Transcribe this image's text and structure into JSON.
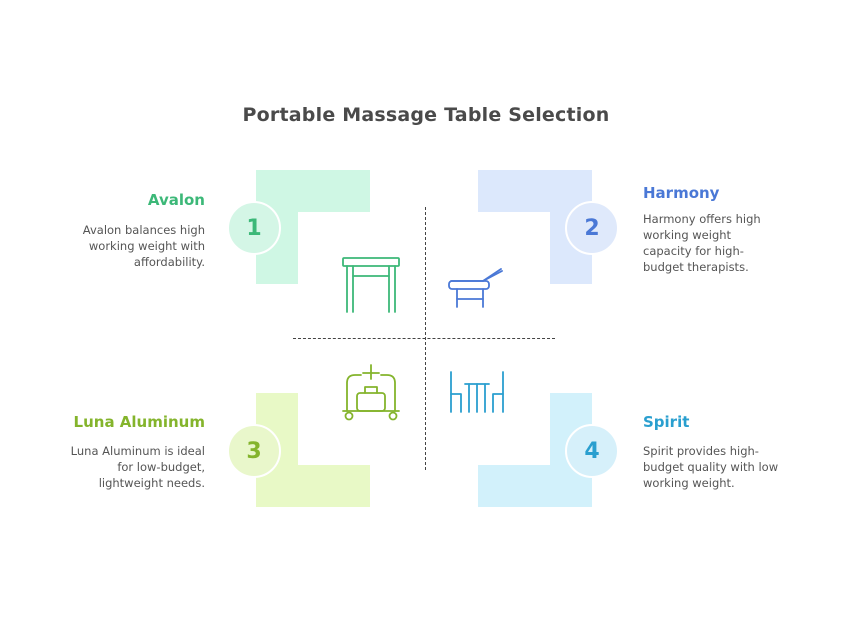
{
  "title": "Portable Massage Table Selection",
  "colors": {
    "q1_bg": "#cff7e4",
    "q1_circle": "#d4f6e6",
    "q1_text": "#3cb878",
    "q2_bg": "#dce8fc",
    "q2_circle": "#dfe9fb",
    "q2_text": "#4a78d6",
    "q3_bg": "#e8f9c6",
    "q3_circle": "#e9f7cb",
    "q3_text": "#84b42c",
    "q4_bg": "#d2f1fb",
    "q4_circle": "#d6f0fa",
    "q4_text": "#2a9fcf"
  },
  "quadrants": [
    {
      "number": "1",
      "name": "Avalon",
      "description": "Avalon balances high working weight with affordability.",
      "icon": "massage-table-frame-icon"
    },
    {
      "number": "2",
      "name": "Harmony",
      "description": "Harmony offers high working weight capacity for high-budget therapists.",
      "icon": "reclining-table-icon"
    },
    {
      "number": "3",
      "name": "Luna Aluminum",
      "description": "Luna Aluminum is ideal for low-budget, lightweight needs.",
      "icon": "luggage-cart-icon"
    },
    {
      "number": "4",
      "name": "Spirit",
      "description": "Spirit provides high-budget quality with low working weight.",
      "icon": "table-chairs-icon"
    }
  ]
}
